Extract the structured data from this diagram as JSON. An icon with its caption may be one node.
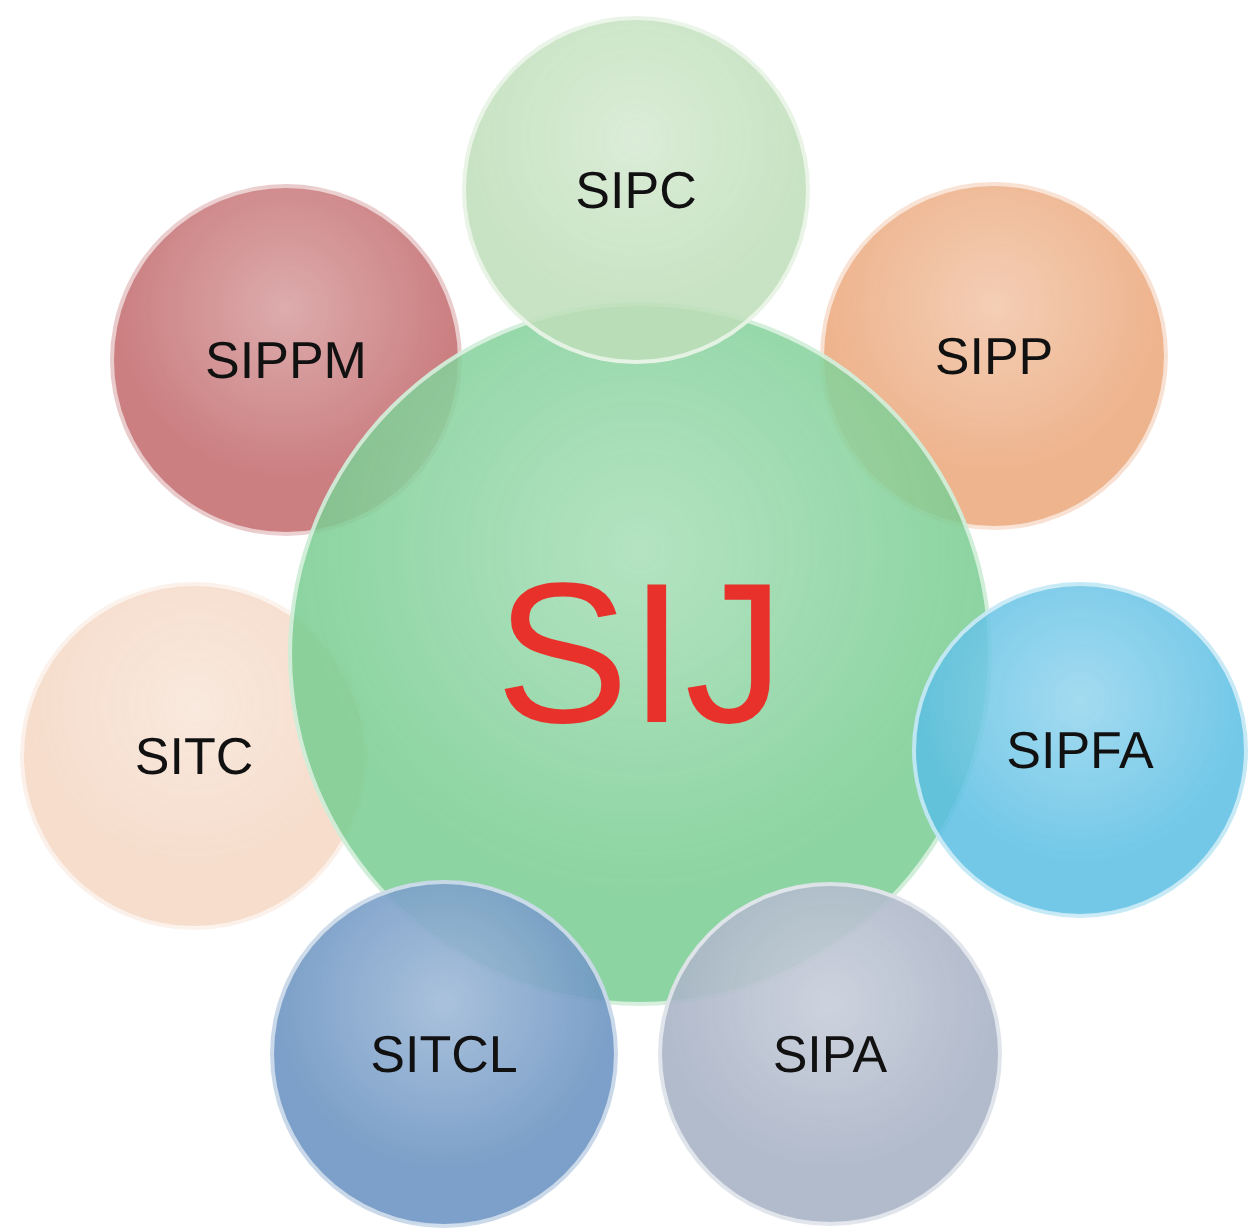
{
  "diagram": {
    "nodes": [
      {
        "text": [
          "SIJ"
        ]
      },
      {
        "text": [
          "SIPC"
        ]
      },
      {
        "text": [
          "SIPPM"
        ]
      },
      {
        "text": [
          "SIPP"
        ]
      },
      {
        "text": [
          "SITC"
        ]
      },
      {
        "text": [
          "SIPFA"
        ]
      },
      {
        "text": [
          "SITCL"
        ]
      },
      {
        "text": [
          "SIPA"
        ]
      }
    ]
  }
}
